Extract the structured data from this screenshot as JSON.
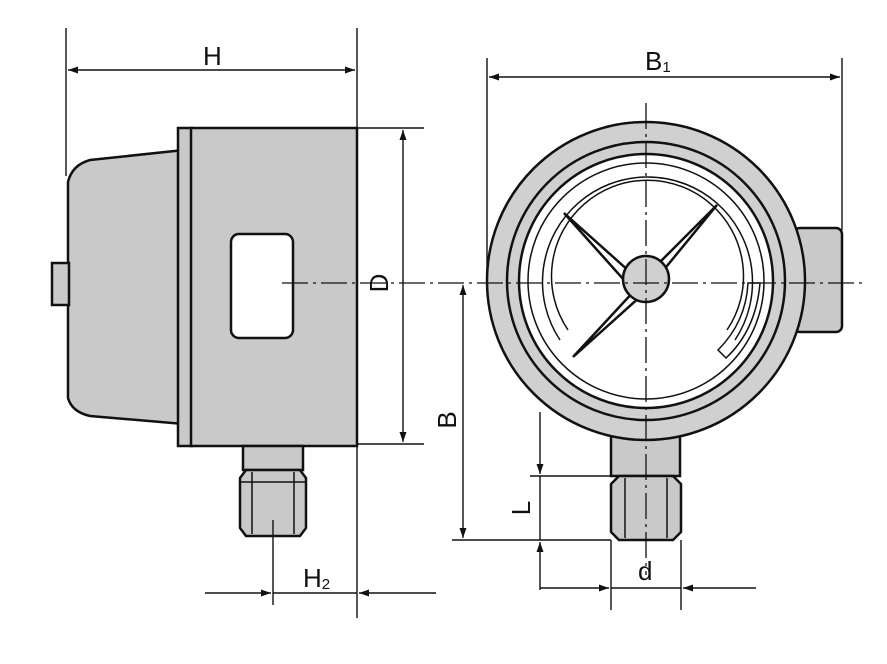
{
  "labels": {
    "H": "H",
    "H2": "H",
    "H2_sub": "2",
    "D": "D",
    "B": "B",
    "B1": "B",
    "B1_sub": "1",
    "L": "L",
    "d": "d"
  }
}
